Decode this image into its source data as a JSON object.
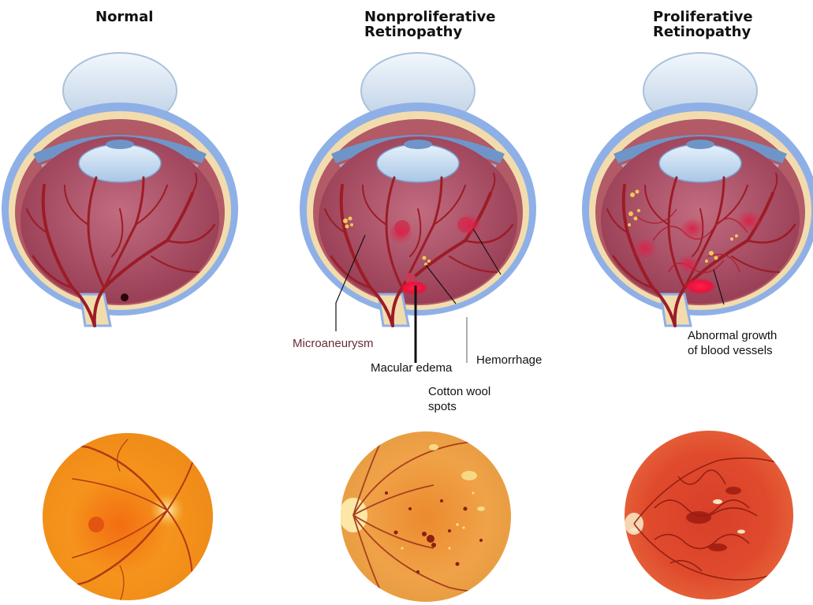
{
  "columns": [
    {
      "key": "normal",
      "title_line1": "Normal",
      "title_line2": ""
    },
    {
      "key": "npdr",
      "title_line1": "Nonproliferative",
      "title_line2": "Retinopathy"
    },
    {
      "key": "pdr",
      "title_line1": "Proliferative",
      "title_line2": "Retinopathy"
    }
  ],
  "labels": {
    "microaneurysm": "Microaneurysm",
    "macular_edema": "Macular edema",
    "hemorrhage": "Hemorrhage",
    "cotton_wool_line1": "Cotton wool",
    "cotton_wool_line2": "spots",
    "abnormal_line1": "Abnormal growth",
    "abnormal_line2": "of blood vessels"
  },
  "colors": {
    "sclera": "#8fb0e6",
    "choroid": "#f2dcae",
    "retina_outer": "#b25a66",
    "vitreous": "#a6485e",
    "vessel": "#9c1c26",
    "lens": "#c9e0f5",
    "fundus_normal": "#f5941c",
    "fundus_npdr": "#f0a248",
    "fundus_pdr": "#e04a2c",
    "microaneurysm_text": "#6a2a36"
  }
}
